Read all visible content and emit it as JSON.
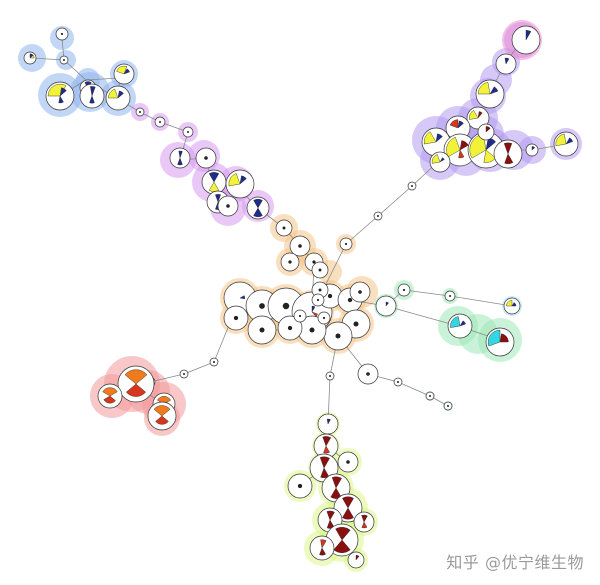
{
  "watermark": "知乎 @优宁维生物",
  "colors": {
    "blue": "#8fb4ee",
    "purple": "#b59af0",
    "lilac": "#d79af0",
    "orange": "#f5c48a",
    "red": "#f29a9a",
    "green": "#9fe8b8",
    "lime": "#dcf58a",
    "pink": "#f08ad0",
    "cyan": "#9fe0f5"
  },
  "wedge_colors": {
    "yellow": "#f2f23a",
    "navy": "#1f2c8a",
    "red": "#d4371e",
    "darkred": "#8a1010",
    "cyan": "#36d6e0",
    "orange": "#f07a1e"
  },
  "clusters": [
    {
      "name": "blue-cluster",
      "color": "blue"
    },
    {
      "name": "purple-cluster",
      "color": "purple"
    },
    {
      "name": "lilac-cluster",
      "color": "lilac"
    },
    {
      "name": "orange-cluster",
      "color": "orange"
    },
    {
      "name": "red-cluster",
      "color": "red"
    },
    {
      "name": "green-cluster",
      "color": "green"
    },
    {
      "name": "lime-cluster",
      "color": "lime"
    }
  ]
}
